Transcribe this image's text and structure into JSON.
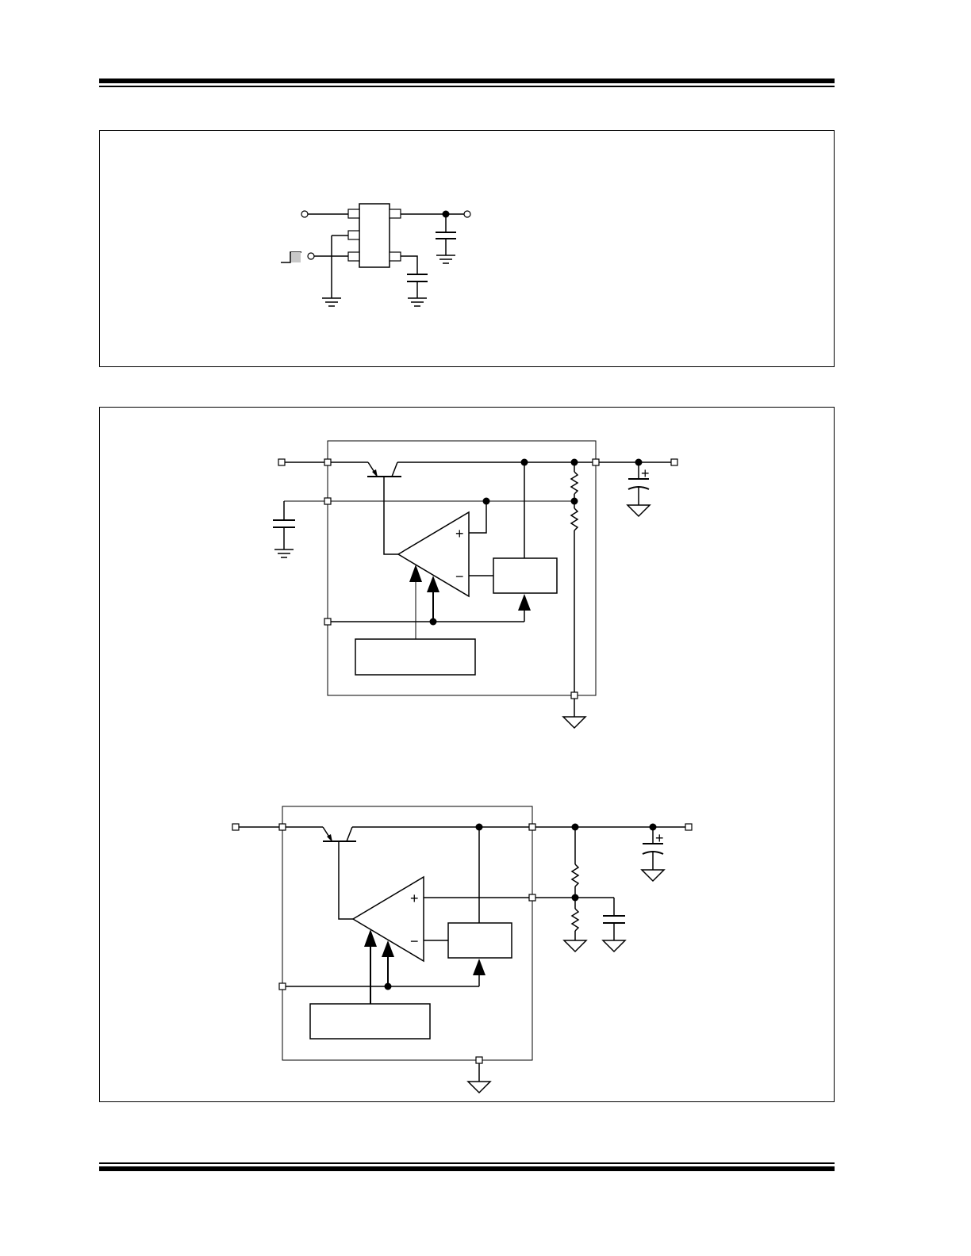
{
  "document": {
    "header_rules": true,
    "footer_rules": true
  },
  "figures": [
    {
      "id": "typical-application",
      "symbols": []
    },
    {
      "id": "block-diagram-fixed",
      "symbols": [
        "+",
        "−",
        "+"
      ]
    },
    {
      "id": "block-diagram-adjustable",
      "symbols": [
        "+",
        "−",
        "+"
      ]
    }
  ],
  "colors": {
    "ink": "#000000",
    "step_fill": "#c8c8c8"
  }
}
